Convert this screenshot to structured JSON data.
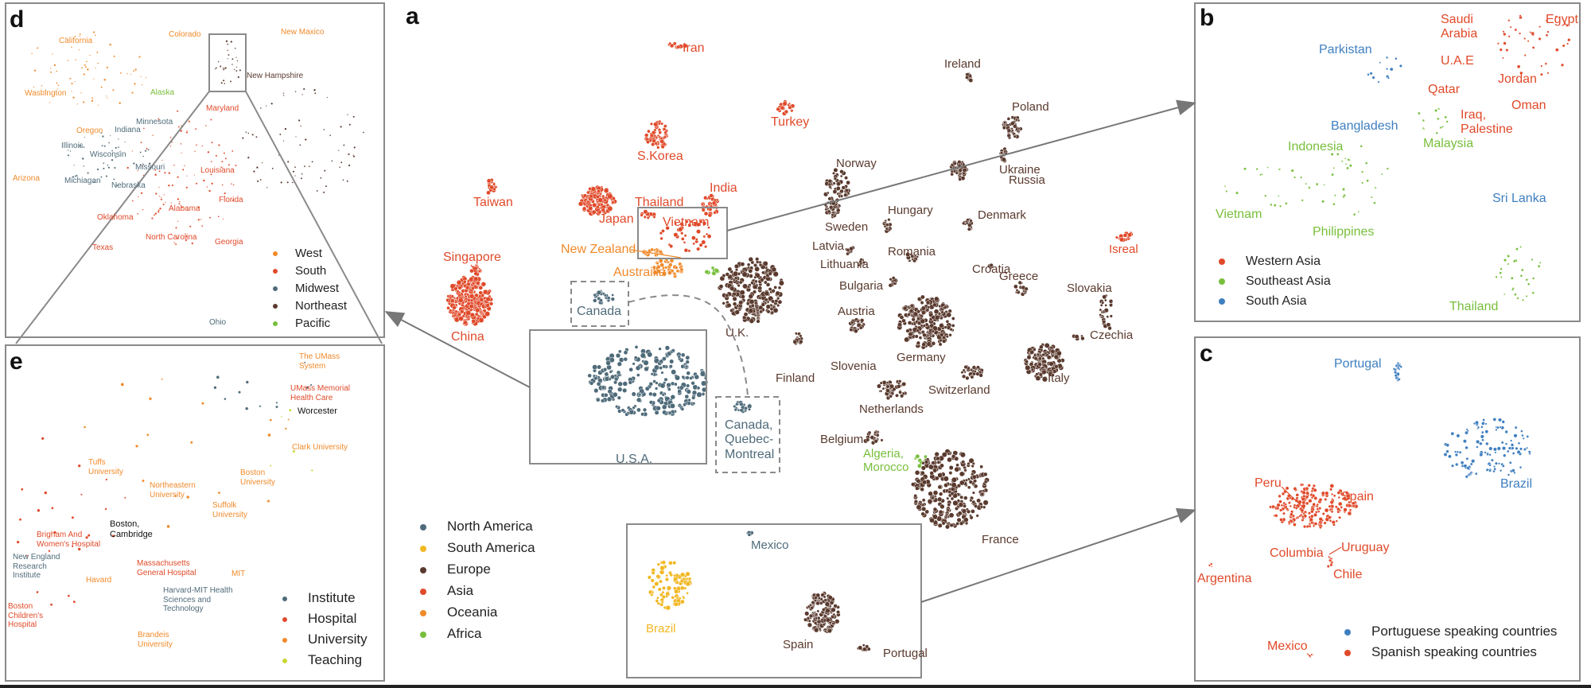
{
  "colors": {
    "north_america": "#4f6b7a",
    "south_america": "#f2b824",
    "europe": "#5a3a2e",
    "asia": "#e04a2a",
    "oceania": "#f08a2a",
    "africa": "#78bf3c",
    "western_asia": "#e04a2a",
    "southeast_asia": "#78bf3c",
    "south_asia": "#3f7fc0",
    "portuguese": "#3f7fc0",
    "spanish": "#e04a2a",
    "west": "#f08a2a",
    "south": "#e04a2a",
    "midwest": "#4f6b7a",
    "northeast": "#5a3a2e",
    "pacific": "#78bf3c",
    "institute": "#4f6b7a",
    "hospital": "#e04a2a",
    "university": "#f08a2a",
    "teaching": "#c8d636",
    "frame": "#8a8a8a"
  },
  "panels": {
    "a": {
      "letter": "a",
      "legend": [
        {
          "label": "North America",
          "key": "north_america"
        },
        {
          "label": "South America",
          "key": "south_america"
        },
        {
          "label": "Europe",
          "key": "europe"
        },
        {
          "label": "Asia",
          "key": "asia"
        },
        {
          "label": "Oceania",
          "key": "oceania"
        },
        {
          "label": "Africa",
          "key": "africa"
        }
      ],
      "clusters": [
        {
          "label": "Iran",
          "key": "asia",
          "n": 10
        },
        {
          "label": "Turkey",
          "key": "asia",
          "n": 25
        },
        {
          "label": "S.Korea",
          "key": "asia",
          "n": 60
        },
        {
          "label": "Taiwan",
          "key": "asia",
          "n": 18
        },
        {
          "label": "Japan",
          "key": "asia",
          "n": 130
        },
        {
          "label": "Thailand",
          "key": "asia",
          "n": 12
        },
        {
          "label": "India",
          "key": "asia",
          "n": 40
        },
        {
          "label": "Vietnam",
          "key": "asia",
          "n": 40
        },
        {
          "label": "Singapore",
          "key": "asia",
          "n": 20
        },
        {
          "label": "China",
          "key": "asia",
          "n": 320
        },
        {
          "label": "New Zealand",
          "key": "oceania",
          "n": 20
        },
        {
          "label": "Austrailia",
          "key": "oceania",
          "n": 40
        },
        {
          "label": "Canada",
          "key": "north_america",
          "n": 25
        },
        {
          "label": "U.S.A.",
          "key": "north_america",
          "n": 520
        },
        {
          "label": "Canada, Quebec-Montreal",
          "key": "north_america",
          "n": 18
        },
        {
          "label": "Ireland",
          "key": "europe",
          "n": 12
        },
        {
          "label": "Poland",
          "key": "europe",
          "n": 45
        },
        {
          "label": "Ukraine",
          "key": "europe",
          "n": 14
        },
        {
          "label": "Russia",
          "key": "europe",
          "n": 45
        },
        {
          "label": "Norway",
          "key": "europe",
          "n": 50
        },
        {
          "label": "Sweden",
          "key": "europe",
          "n": 35
        },
        {
          "label": "Hungary",
          "key": "europe",
          "n": 14
        },
        {
          "label": "Denmark",
          "key": "europe",
          "n": 14
        },
        {
          "label": "Latvia",
          "key": "europe",
          "n": 8
        },
        {
          "label": "Lithuania",
          "key": "europe",
          "n": 8
        },
        {
          "label": "Romania",
          "key": "europe",
          "n": 16
        },
        {
          "label": "Croatia",
          "key": "europe",
          "n": 6
        },
        {
          "label": "Bulgaria",
          "key": "europe",
          "n": 10
        },
        {
          "label": "Greece",
          "key": "europe",
          "n": 14
        },
        {
          "label": "Slovakia",
          "key": "europe",
          "n": 30
        },
        {
          "label": "Austria",
          "key": "europe",
          "n": 25
        },
        {
          "label": "Czechia",
          "key": "europe",
          "n": 6
        },
        {
          "label": "U.K.",
          "key": "europe",
          "n": 230
        },
        {
          "label": "Germany",
          "key": "europe",
          "n": 200
        },
        {
          "label": "Italy",
          "key": "europe",
          "n": 120
        },
        {
          "label": "Finland",
          "key": "europe",
          "n": 14
        },
        {
          "label": "Slovenia",
          "key": "europe",
          "n": 4
        },
        {
          "label": "Switzerland",
          "key": "europe",
          "n": 30
        },
        {
          "label": "Netherlands",
          "key": "europe",
          "n": 45
        },
        {
          "label": "Belgium",
          "key": "europe",
          "n": 20
        },
        {
          "label": "Algeria, Morocco",
          "key": "africa",
          "n": 18
        },
        {
          "label": "France",
          "key": "europe",
          "n": 280
        },
        {
          "label": "Isreal",
          "key": "asia",
          "n": 14
        }
      ],
      "inset": {
        "clusters": [
          {
            "label": "Mexico",
            "key": "north_america",
            "n": 5
          },
          {
            "label": "Brazil",
            "key": "south_america",
            "n": 90
          },
          {
            "label": "Spain",
            "key": "europe",
            "n": 150
          },
          {
            "label": "Portugal",
            "key": "europe",
            "n": 10
          }
        ]
      }
    },
    "b": {
      "letter": "b",
      "legend": [
        {
          "label": "Western Asia",
          "key": "western_asia"
        },
        {
          "label": "Southeast Asia",
          "key": "southeast_asia"
        },
        {
          "label": "South Asia",
          "key": "south_asia"
        }
      ],
      "labels": [
        {
          "text": "Saudi Arabia",
          "key": "western_asia"
        },
        {
          "text": "Egypt",
          "key": "western_asia"
        },
        {
          "text": "Parkistan",
          "key": "south_asia"
        },
        {
          "text": "U.A.E",
          "key": "western_asia"
        },
        {
          "text": "Jordan",
          "key": "western_asia"
        },
        {
          "text": "Qatar",
          "key": "western_asia"
        },
        {
          "text": "Oman",
          "key": "western_asia"
        },
        {
          "text": "Iraq, Palestine",
          "key": "western_asia"
        },
        {
          "text": "Bangladesh",
          "key": "south_asia"
        },
        {
          "text": "Malaysia",
          "key": "southeast_asia"
        },
        {
          "text": "Indonesia",
          "key": "southeast_asia"
        },
        {
          "text": "Vietnam",
          "key": "southeast_asia"
        },
        {
          "text": "Philippines",
          "key": "southeast_asia"
        },
        {
          "text": "Sri Lanka",
          "key": "south_asia"
        },
        {
          "text": "Thailand",
          "key": "southeast_asia"
        }
      ]
    },
    "c": {
      "letter": "c",
      "legend": [
        {
          "label": "Portuguese speaking countries",
          "key": "portuguese"
        },
        {
          "label": "Spanish speaking countries",
          "key": "spanish"
        }
      ],
      "labels": [
        {
          "text": "Portugal",
          "key": "portuguese"
        },
        {
          "text": "Brazil",
          "key": "portuguese"
        },
        {
          "text": "Peru",
          "key": "spanish"
        },
        {
          "text": "Spain",
          "key": "spanish"
        },
        {
          "text": "Columbia",
          "key": "spanish"
        },
        {
          "text": "Uruguay",
          "key": "spanish"
        },
        {
          "text": "Chile",
          "key": "spanish"
        },
        {
          "text": "Argentina",
          "key": "spanish"
        },
        {
          "text": "Mexico",
          "key": "spanish"
        }
      ]
    },
    "d": {
      "letter": "d",
      "legend": [
        {
          "label": "West",
          "key": "west"
        },
        {
          "label": "South",
          "key": "south"
        },
        {
          "label": "Midwest",
          "key": "midwest"
        },
        {
          "label": "Northeast",
          "key": "northeast"
        },
        {
          "label": "Pacific",
          "key": "pacific"
        }
      ],
      "labels": [
        {
          "text": "California",
          "key": "west"
        },
        {
          "text": "Colorado",
          "key": "west"
        },
        {
          "text": "New Maxico",
          "key": "west"
        },
        {
          "text": "New Hampshire",
          "key": "northeast"
        },
        {
          "text": "Washington",
          "key": "west"
        },
        {
          "text": "Alaska",
          "key": "pacific"
        },
        {
          "text": "Maryland",
          "key": "south"
        },
        {
          "text": "Minnesota",
          "key": "midwest"
        },
        {
          "text": "Oregon",
          "key": "west"
        },
        {
          "text": "Indiana",
          "key": "midwest"
        },
        {
          "text": "Illinois",
          "key": "midwest"
        },
        {
          "text": "Wisconsin",
          "key": "midwest"
        },
        {
          "text": "Missouri",
          "key": "midwest"
        },
        {
          "text": "Louisiana",
          "key": "south"
        },
        {
          "text": "Arizona",
          "key": "west"
        },
        {
          "text": "Michiagan",
          "key": "midwest"
        },
        {
          "text": "Nebraska",
          "key": "midwest"
        },
        {
          "text": "Florida",
          "key": "south"
        },
        {
          "text": "Alabama",
          "key": "south"
        },
        {
          "text": "Oklahoma",
          "key": "south"
        },
        {
          "text": "North Carolina",
          "key": "south"
        },
        {
          "text": "Georgia",
          "key": "south"
        },
        {
          "text": "Texas",
          "key": "south"
        },
        {
          "text": "Ohio",
          "key": "midwest"
        }
      ]
    },
    "e": {
      "letter": "e",
      "legend": [
        {
          "label": "Institute",
          "key": "institute"
        },
        {
          "label": "Hospital",
          "key": "hospital"
        },
        {
          "label": "University",
          "key": "university"
        },
        {
          "label": "Teaching",
          "key": "teaching"
        }
      ],
      "labels": [
        {
          "text": "The UMass System",
          "key": "university"
        },
        {
          "text": "UMass Memorial Health Care",
          "key": "hospital"
        },
        {
          "text": "Worcester",
          "key": "city"
        },
        {
          "text": "Clark University",
          "key": "university"
        },
        {
          "text": "Tuffs University",
          "key": "university"
        },
        {
          "text": "Boston University",
          "key": "university"
        },
        {
          "text": "Northeastern University",
          "key": "university"
        },
        {
          "text": "Suffolk University",
          "key": "university"
        },
        {
          "text": "Boston, Cambridge",
          "key": "city"
        },
        {
          "text": "Brigham And Women's Hospital",
          "key": "hospital"
        },
        {
          "text": "New England Research Institute",
          "key": "institute"
        },
        {
          "text": "Massachusetts General Hospital",
          "key": "hospital"
        },
        {
          "text": "MIT",
          "key": "university"
        },
        {
          "text": "Havard",
          "key": "university"
        },
        {
          "text": "Harvard-MIT Health Sciences and Technology",
          "key": "institute"
        },
        {
          "text": "Boston Children's Hospital",
          "key": "hospital"
        },
        {
          "text": "Brandeis University",
          "key": "university"
        }
      ]
    }
  }
}
